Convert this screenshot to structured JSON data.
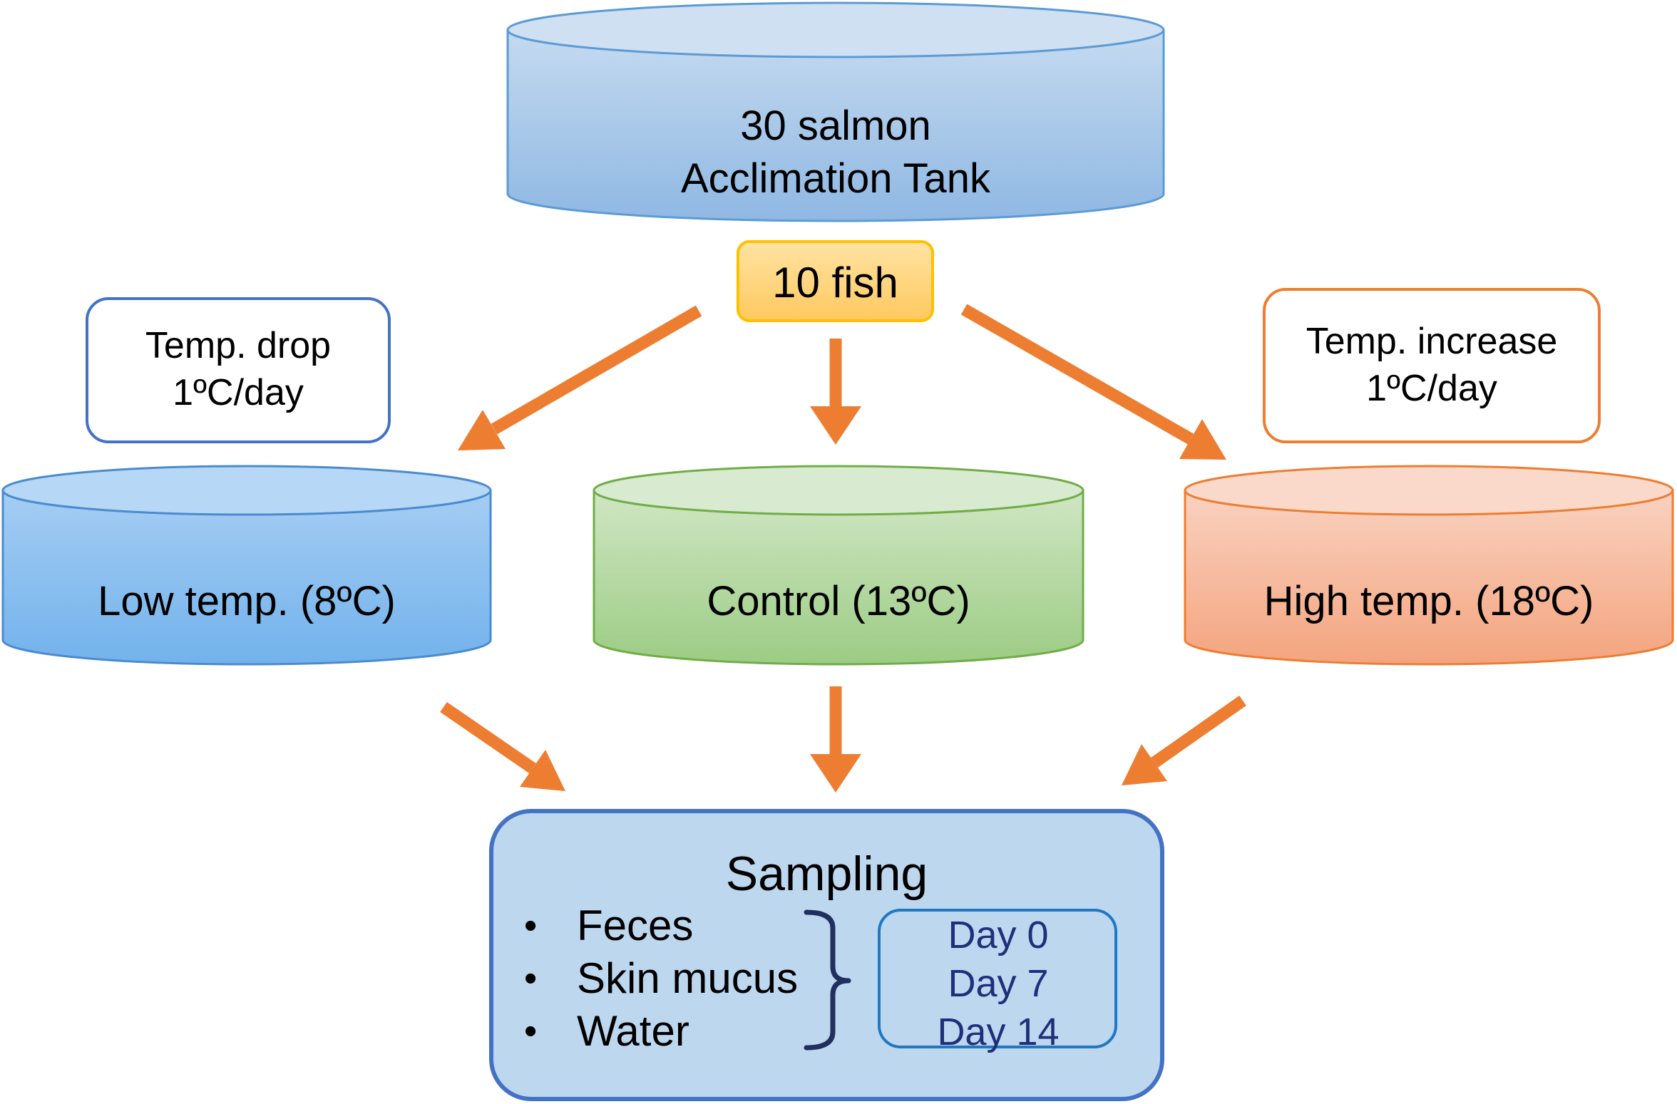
{
  "colors": {
    "arrow": "#ed7d31",
    "acclimation_tank": "#9dc3e6",
    "low_tank": "#7ab8ec",
    "control_tank": "#a9d18e",
    "high_tank": "#f4a582",
    "fish_box_fill": "#ffd47f",
    "fish_box_border": "#ffc000",
    "sampling_fill": "#bdd7ee",
    "sampling_border": "#4472c4",
    "days_text": "#1f2f7a"
  },
  "acclimation_tank": {
    "line1": "30 salmon",
    "line2": "Acclimation Tank"
  },
  "fish_count": "10 fish",
  "temp_drop_note": {
    "line1": "Temp. drop",
    "line2": "1ºC/day"
  },
  "temp_increase_note": {
    "line1": "Temp. increase",
    "line2": "1ºC/day"
  },
  "tanks": {
    "low": "Low temp. (8ºC)",
    "control": "Control (13ºC)",
    "high": "High temp. (18ºC)"
  },
  "sampling": {
    "title": "Sampling",
    "samples": [
      "Feces",
      "Skin mucus",
      "Water"
    ],
    "days": [
      "Day 0",
      "Day 7",
      "Day 14"
    ]
  }
}
